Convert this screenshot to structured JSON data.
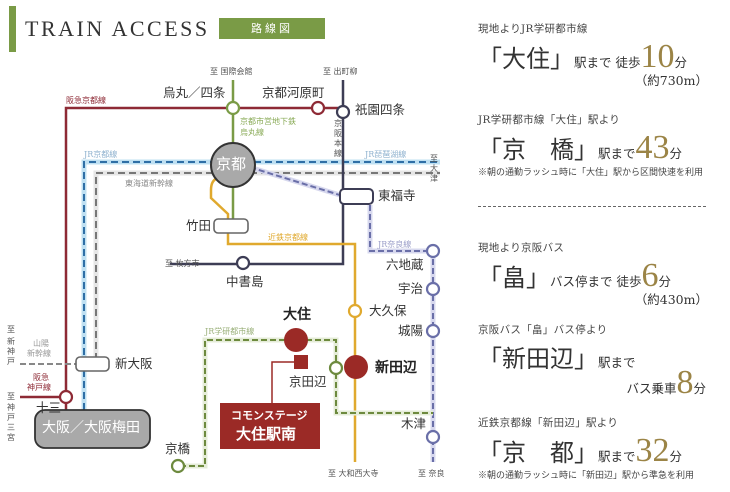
{
  "header": {
    "title": "TRAIN ACCESS",
    "badge": "路線図",
    "accent_color": "#7a9b46"
  },
  "map": {
    "lines": {
      "hankyu_kyoto": {
        "label": "阪急京都線",
        "color": "#8e2a35"
      },
      "hankyu_kobe": {
        "label_1": "阪急",
        "label_2": "神戸線",
        "color": "#8e2a35"
      },
      "jr_kyoto": {
        "label": "JR京都線",
        "color": "#2f6fa6"
      },
      "tokaido_shinkansen": {
        "label": "東海道新幹線",
        "color": "#777777"
      },
      "sanyo_shinkansen": {
        "label_1": "山陽",
        "label_2": "新幹線",
        "color": "#777777"
      },
      "subway_karasuma": {
        "label_1": "京都市営地下鉄",
        "label_2": "烏丸線",
        "color": "#7a9b46"
      },
      "keihan": {
        "label_1": "京",
        "label_2": "阪",
        "label_3": "本",
        "label_4": "線",
        "color": "#3d3d55"
      },
      "jr_biwako": {
        "label": "JR琵琶湖線",
        "color": "#2f6fa6"
      },
      "kintetsu_kyoto": {
        "label": "近鉄京都線",
        "color": "#e0a92e"
      },
      "jr_nara": {
        "label": "JR奈良線",
        "color": "#6a6fa8"
      },
      "jr_gakkentoshi": {
        "label": "JR学研都市線",
        "color": "#7a9b46"
      }
    },
    "directions": {
      "kokusai_kaikan": "至 国際会館",
      "demachiyanagi": "至 出町柳",
      "otsu": [
        "至",
        "大",
        "津"
      ],
      "hirakatashi": "至 枚方市",
      "yamato_saidaiji": "至 大和西大寺",
      "nara": "至 奈良",
      "shin_kobe": [
        "至",
        "新",
        "神",
        "戸"
      ],
      "kobe_sannomiya": [
        "至",
        "神",
        "戸",
        "三",
        "宮"
      ]
    },
    "stations": {
      "karasuma_shijo": "烏丸／四条",
      "kawaramachi": "京都河原町",
      "gion_shijo": "祇園四条",
      "kyoto": "京都",
      "tofukuji": "東福寺",
      "takeda": "竹田",
      "chushojima": "中書島",
      "rokujizo": "六地蔵",
      "uji": "宇治",
      "okubo": "大久保",
      "joyo": "城陽",
      "osumi": "大住",
      "shintanabe": "新田辺",
      "kyotanabe": "京田辺",
      "kizu": "木津",
      "kyobashi": "京橋",
      "shin_osaka": "新大阪",
      "juso": "十三",
      "osaka_umeda": "大阪／大阪梅田"
    },
    "property": {
      "line_1": "コモンステージ",
      "line_2": "大住駅南",
      "color": "#9b2a26"
    }
  },
  "access": [
    {
      "sub": "現地よりJR学研都市線",
      "dest": "「大住」",
      "suffix": "駅まで 徒歩",
      "minutes": "10",
      "unit": "分",
      "note": "（約730m）"
    },
    {
      "sub": "JR学研都市線「大住」駅より",
      "dest": "「京　橋」",
      "suffix": "駅まで",
      "minutes": "43",
      "unit": "分",
      "note": "※朝の通勤ラッシュ時に「大住」駅から区間快速を利用"
    },
    {
      "sub": "現地より京阪バス",
      "dest": "「畠」",
      "suffix": "バス停まで 徒歩",
      "minutes": "6",
      "unit": "分",
      "note": "（約430m）"
    },
    {
      "sub": "京阪バス「畠」バス停より",
      "dest": "「新田辺」",
      "suffix": "駅まで",
      "suffix2": "バス乗車",
      "minutes": "8",
      "unit": "分"
    },
    {
      "sub": "近鉄京都線「新田辺」駅より",
      "dest": "「京　都」",
      "suffix": "駅まで",
      "minutes": "32",
      "unit": "分",
      "note": "※朝の通勤ラッシュ時に「新田辺」駅から準急を利用"
    }
  ]
}
